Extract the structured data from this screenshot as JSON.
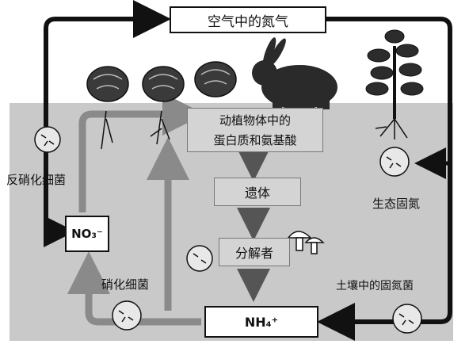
{
  "diagram": {
    "nodes": {
      "air_nitrogen": "空气中的氮气",
      "protein_line1": "动植物体中的",
      "protein_line2": "蛋白质和氨基酸",
      "remains": "遗体",
      "decomposer": "分解者",
      "nitrate": "NO₃⁻",
      "ammonium": "NH₄⁺"
    },
    "labels": {
      "denitrifying_bacteria": "反硝化细菌",
      "nitrifying_bacteria": "硝化细菌",
      "biological_fixation": "生态固氮",
      "soil_fixing_bacteria": "土壤中的固氮菌"
    }
  }
}
